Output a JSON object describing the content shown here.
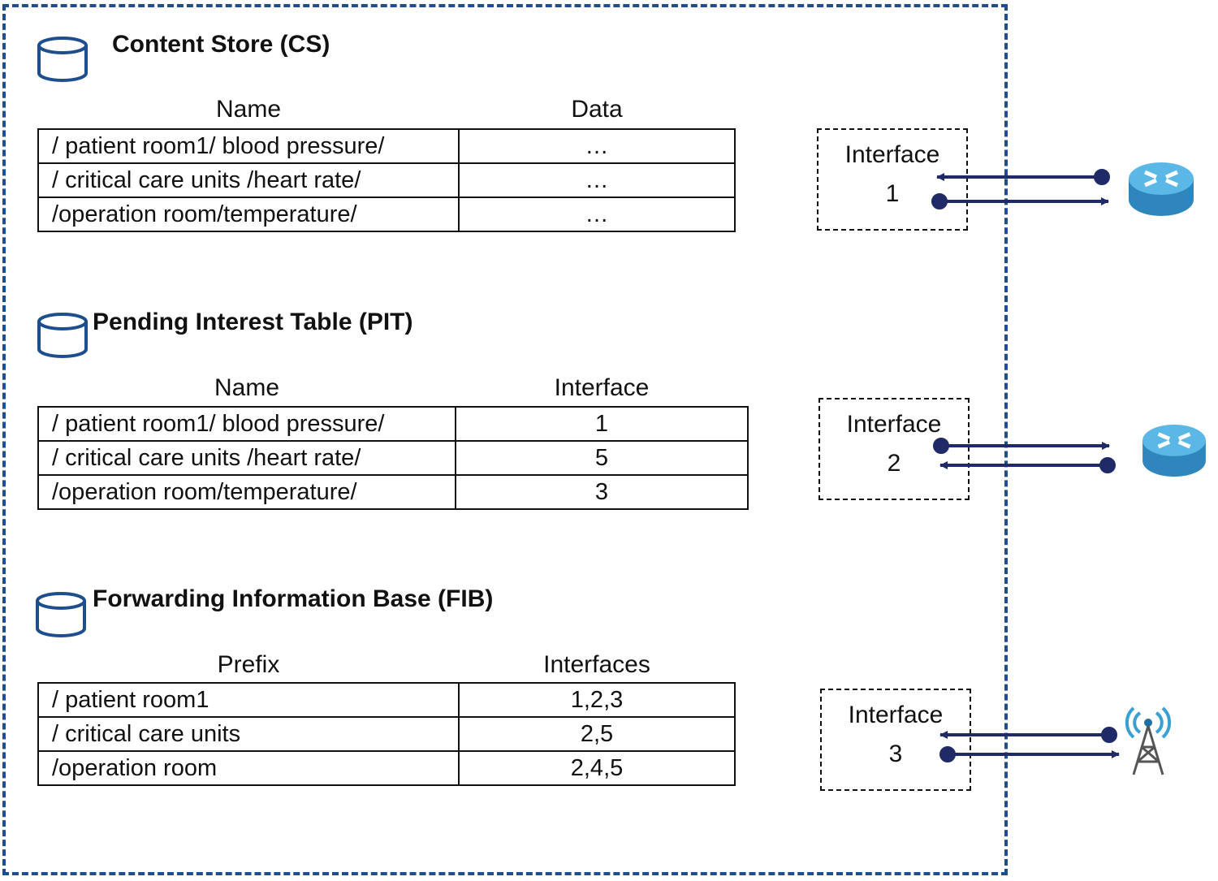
{
  "cs": {
    "title": "Content Store (CS)",
    "col1": "Name",
    "col2": "Data",
    "rows": [
      {
        "name": "/ patient room1/ blood pressure/",
        "value": "…"
      },
      {
        "name": "/ critical care units /heart rate/",
        "value": "…"
      },
      {
        "name": "/operation room/temperature/",
        "value": "…"
      }
    ]
  },
  "pit": {
    "title": "Pending Interest Table (PIT)",
    "col1": "Name",
    "col2": "Interface",
    "rows": [
      {
        "name": "/ patient room1/ blood pressure/",
        "value": "1"
      },
      {
        "name": "/ critical care units /heart rate/",
        "value": "5"
      },
      {
        "name": "/operation room/temperature/",
        "value": "3"
      }
    ]
  },
  "fib": {
    "title": "Forwarding Information Base (FIB)",
    "col1": "Prefix",
    "col2": "Interfaces",
    "rows": [
      {
        "name": "/ patient room1",
        "value": "1,2,3"
      },
      {
        "name": "/ critical care units",
        "value": "2,5"
      },
      {
        "name": "/operation room",
        "value": "2,4,5"
      }
    ]
  },
  "interfaces": [
    {
      "label": "Interface",
      "number": "1",
      "device": "router-icon"
    },
    {
      "label": "Interface",
      "number": "2",
      "device": "router-icon"
    },
    {
      "label": "Interface",
      "number": "3",
      "device": "cell-tower-icon"
    }
  ],
  "colors": {
    "frame": "#1f4e8c",
    "arrow": "#1f2a66",
    "router": "#3aa0d4"
  }
}
